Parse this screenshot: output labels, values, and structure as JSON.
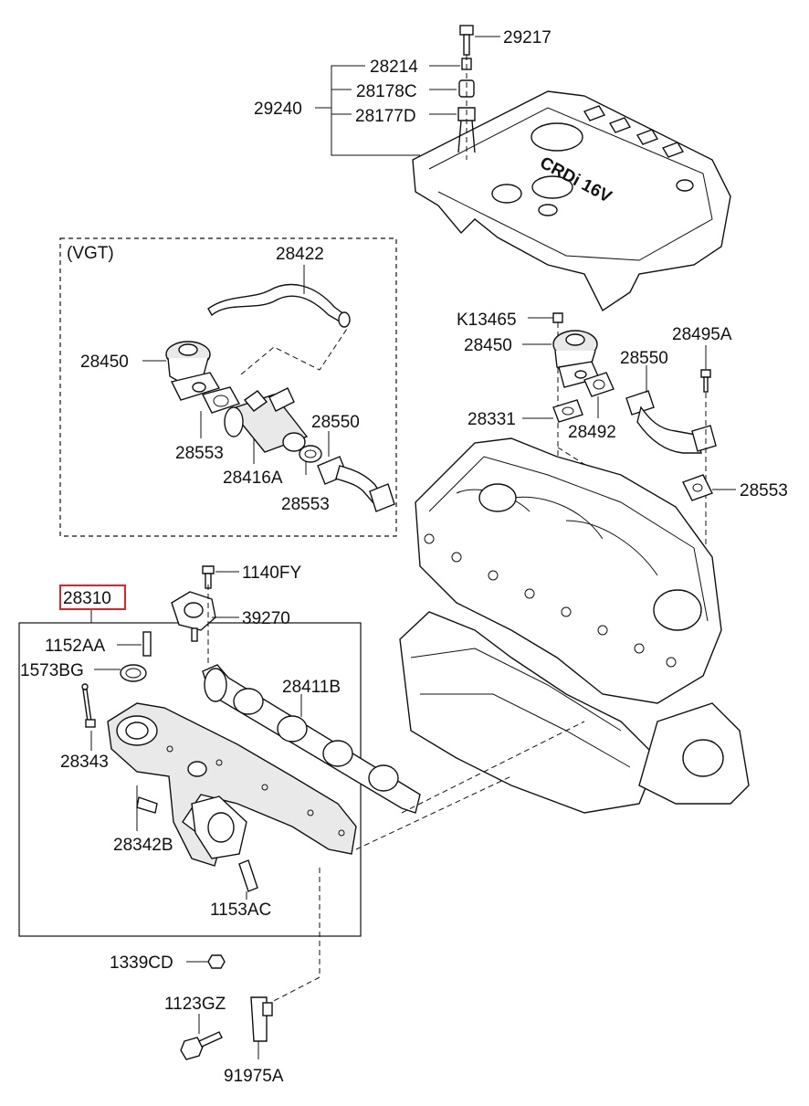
{
  "labels": {
    "p29217": "29217",
    "p28214": "28214",
    "p28178C": "28178C",
    "p28177D": "28177D",
    "p29240": "29240",
    "vgt": "(VGT)",
    "p28422": "28422",
    "p28450_vgt": "28450",
    "p28553_vgt_a": "28553",
    "p28416A": "28416A",
    "p28550_vgt": "28550",
    "p28553_vgt_b": "28553",
    "pK13465": "K13465",
    "p28450": "28450",
    "p28495A": "28495A",
    "p28550": "28550",
    "p28331": "28331",
    "p28492": "28492",
    "p28553": "28553",
    "p1140FY": "1140FY",
    "p28310": "28310",
    "p39270": "39270",
    "p1152AA": "1152AA",
    "p1573BG": "1573BG",
    "p28411B": "28411B",
    "p28343": "28343",
    "p28342B": "28342B",
    "p1153AC": "1153AC",
    "p1339CD": "1339CD",
    "p1123GZ": "1123GZ",
    "p91975A": "91975A"
  },
  "colors": {
    "highlight": "#e0232b",
    "line": "#111111",
    "background": "#ffffff"
  }
}
